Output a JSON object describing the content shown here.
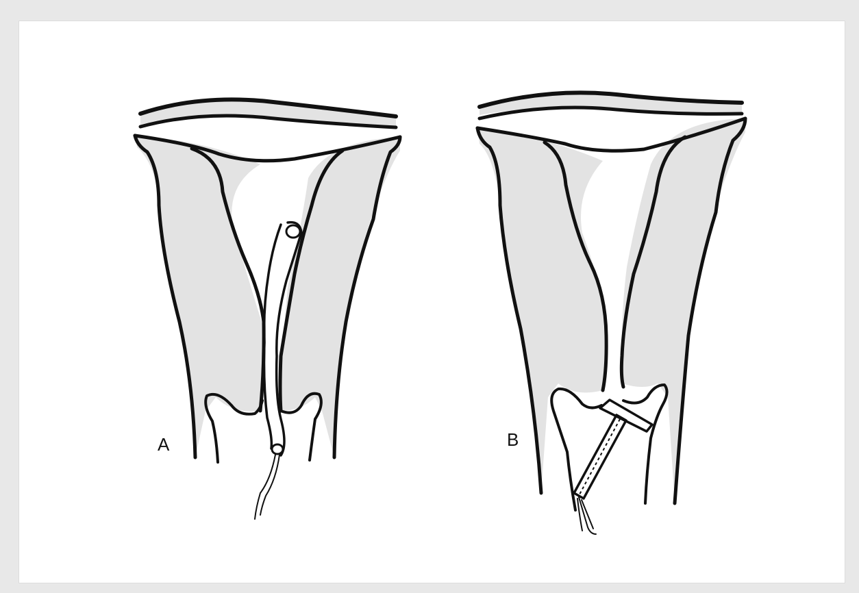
{
  "figure": {
    "panels": [
      {
        "id": "A",
        "label": "A"
      },
      {
        "id": "B",
        "label": "B"
      }
    ],
    "colors": {
      "background": "#e8e8e8",
      "paper": "#ffffff",
      "tissue": "#e3e3e3",
      "ink": "#111111"
    }
  }
}
